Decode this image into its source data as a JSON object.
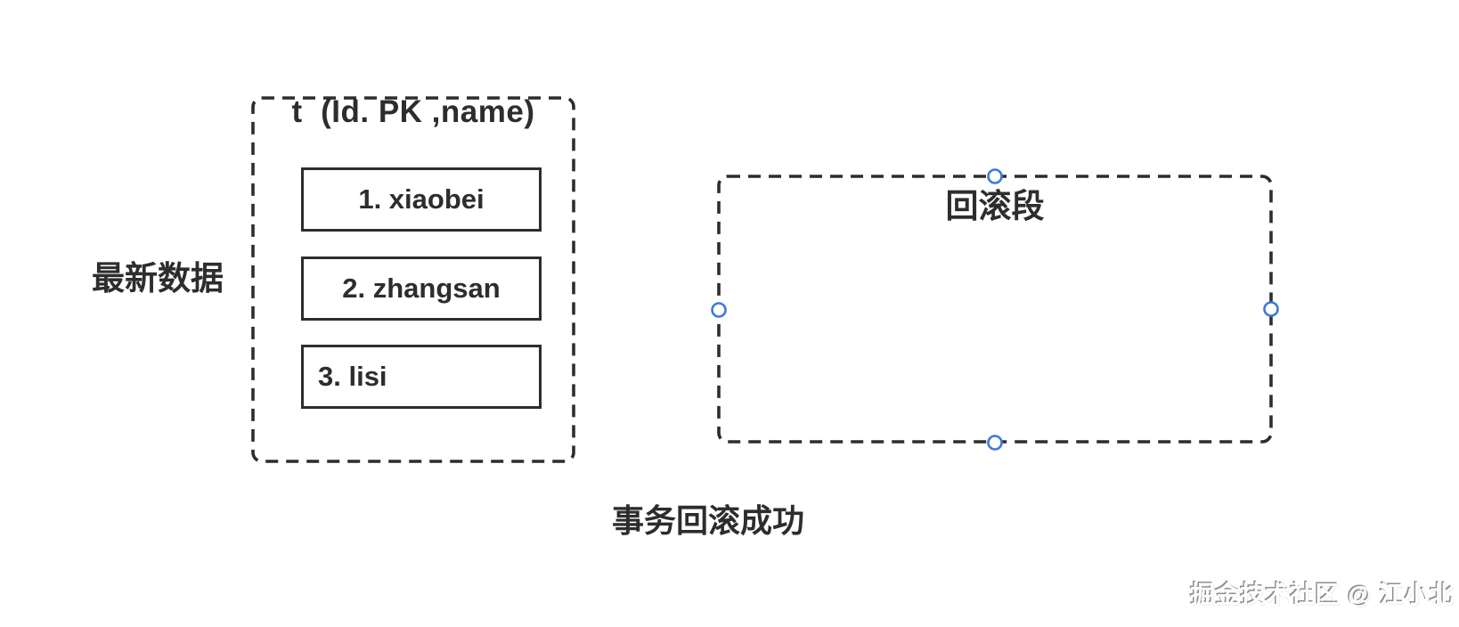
{
  "diagram": {
    "table": {
      "header": "t  (Id. PK ,name)",
      "rows": [
        {
          "label": "1. xiaobei"
        },
        {
          "label": "2. zhangsan"
        },
        {
          "label": "3. lisi"
        }
      ]
    },
    "left_label": "最新数据",
    "rollback": {
      "title": "回滚段"
    },
    "caption": "事务回滚成功",
    "watermark": "掘金技术社区 @ 江小北"
  },
  "colors": {
    "shape_stroke": "#2d2d2d",
    "text": "#2d2d2d",
    "handle_blue": "#3b7ad9",
    "handle_fill": "#ffffff",
    "background": "#ffffff"
  }
}
